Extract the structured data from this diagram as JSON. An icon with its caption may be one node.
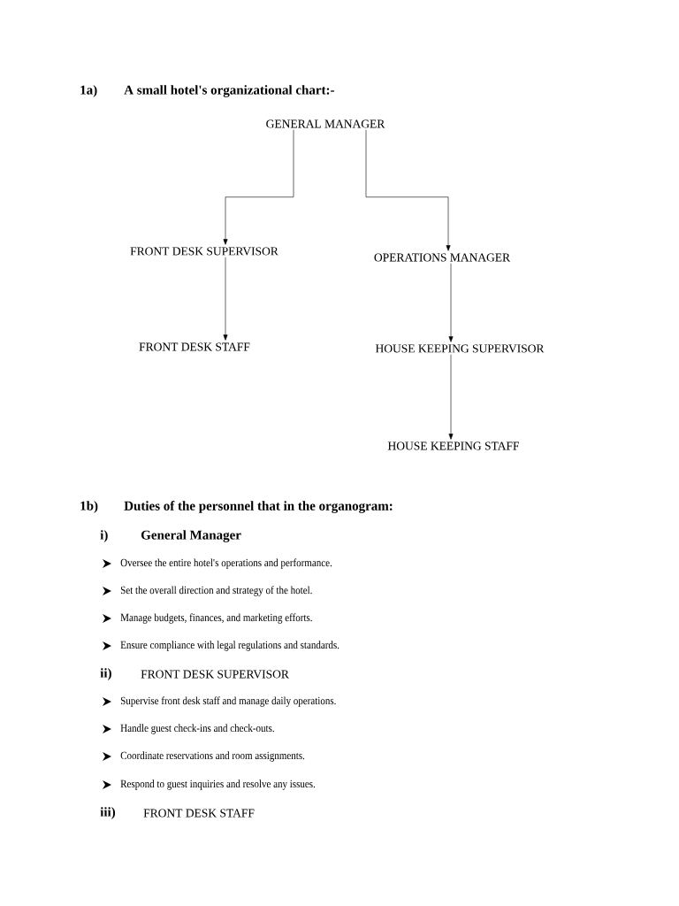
{
  "diagram": {
    "title": "A small hotel's organizational chart:-",
    "nodes": [
      {
        "text": [
          "GENERAL MANAGER"
        ]
      },
      {
        "text": [
          "FRONT DESK SUPERVISOR"
        ]
      },
      {
        "text": [
          "OPERATIONS MANAGER"
        ]
      },
      {
        "text": [
          "FRONT DESK STAFF"
        ]
      },
      {
        "text": [
          "HOUSE KEEPING SUPERVISOR"
        ]
      },
      {
        "text": [
          "HOUSE KEEPING STAFF"
        ]
      }
    ],
    "edges": [
      {
        "from": 0,
        "to": 1,
        "arrow": "to"
      },
      {
        "from": 0,
        "to": 2,
        "arrow": "to"
      },
      {
        "from": 1,
        "to": 3,
        "arrow": "to"
      },
      {
        "from": 2,
        "to": 4,
        "arrow": "to"
      },
      {
        "from": 4,
        "to": 5,
        "arrow": "to"
      }
    ],
    "labels": [
      "1a)",
      "1b)",
      "Duties of the personnel that in the organogram:",
      "i)",
      "General Manager",
      "Oversee the entire hotel's operations and performance.",
      "Set the overall direction and strategy of the hotel.",
      "Manage budgets, finances, and marketing efforts.",
      "Ensure compliance with legal regulations and standards.",
      "ii)",
      "FRONT DESK SUPERVISOR",
      "Supervise front desk staff and manage daily operations.",
      "Handle guest check-ins and check-outs.",
      "Coordinate reservations and room assignments.",
      "Respond to guest inquiries and resolve any issues.",
      "iii)",
      "FRONT DESK STAFF"
    ]
  }
}
